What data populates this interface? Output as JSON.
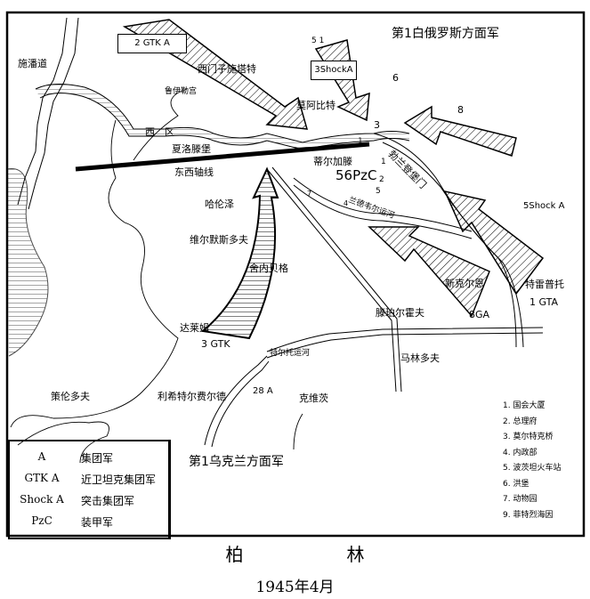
{
  "map": {
    "fronts": {
      "north": "第1白俄罗斯方面军",
      "south": "第1乌克兰方面军"
    },
    "armies": {
      "a2gtk": "2 GTK A",
      "a5": "5 1",
      "a3shock": "3ShockA",
      "a5shock": "5Shock A",
      "pzc56": "56PzC",
      "a3gtk": "3 GTK",
      "a8ga": "8GA",
      "a1gta": "1 GTA",
      "a28": "28 A"
    },
    "places": {
      "spandau": "施潘道",
      "siemensstadt": "西门子施塔特",
      "ruhleben": "鲁伊勒宫",
      "moabit": "莫阿比特",
      "west": "西　区",
      "charlottenburg": "夏洛滕堡",
      "axis": "东西轴线",
      "tiergarten": "蒂尔加滕",
      "brandenburg": "勃兰登堡门",
      "halensee": "哈伦泽",
      "wilmersdorf": "维尔默斯多夫",
      "schoeneberg": "舍内贝格",
      "dahlem": "达莱姆",
      "neukoelln": "新克尔恩",
      "treptow": "特雷普托",
      "tempelhof": "滕珀尔霍夫",
      "teltow": "特尔托运河",
      "mariendorf": "马林多夫",
      "zehlendorf": "策伦多夫",
      "lichterfelde": "利希特尔费尔德",
      "steglitz": "克维茨",
      "landwehr": "兰德韦尔运河"
    },
    "numbers": {
      "n1": "1",
      "n1b": "1",
      "n2": "2",
      "n3": "3",
      "n4": "4",
      "n5": "5",
      "n6": "6",
      "n7": "7",
      "n8": "8"
    }
  },
  "legend_units": [
    {
      "abbr": "A",
      "meaning": "集团军"
    },
    {
      "abbr": "GTK A",
      "meaning": "近卫坦克集团军"
    },
    {
      "abbr": "Shock A",
      "meaning": "突击集团军"
    },
    {
      "abbr": "PzC",
      "meaning": "装甲军"
    }
  ],
  "legend_places": [
    "1. 国会大厦",
    "2. 总理府",
    "3. 莫尔特克桥",
    "4. 内政部",
    "5. 波茨坦火车站",
    "6. 洪堡",
    "7. 动物园",
    "9. 菲特烈海因"
  ],
  "title": "柏　林",
  "date": "1945年4月"
}
